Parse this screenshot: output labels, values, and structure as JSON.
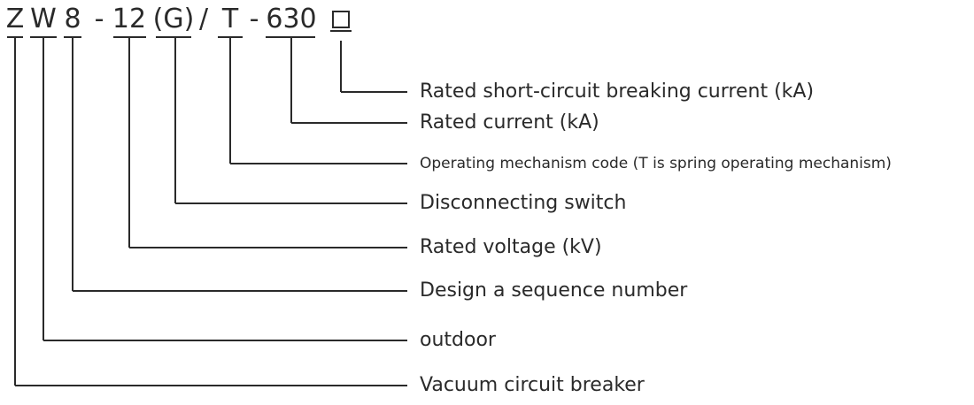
{
  "code": {
    "z": "Z",
    "w": "W",
    "eight": "8",
    "dash1": "-",
    "twelve": "12",
    "g": "(G)",
    "slash": "/",
    "t": "T",
    "dash2": "-",
    "current": "630",
    "box": "□"
  },
  "labels": [
    {
      "key": "box",
      "text": "Rated short-circuit breaking current (kA)"
    },
    {
      "key": "current",
      "text": "Rated current (kA)"
    },
    {
      "key": "t",
      "text": "Operating mechanism code (T is spring operating mechanism)"
    },
    {
      "key": "g",
      "text": "Disconnecting switch"
    },
    {
      "key": "twelve",
      "text": "Rated voltage (kV)"
    },
    {
      "key": "eight",
      "text": "Design a sequence number"
    },
    {
      "key": "w",
      "text": "outdoor"
    },
    {
      "key": "z",
      "text": "Vacuum circuit breaker"
    }
  ],
  "colors": {
    "line": "#2a2a2a",
    "text": "#2a2a2a"
  }
}
